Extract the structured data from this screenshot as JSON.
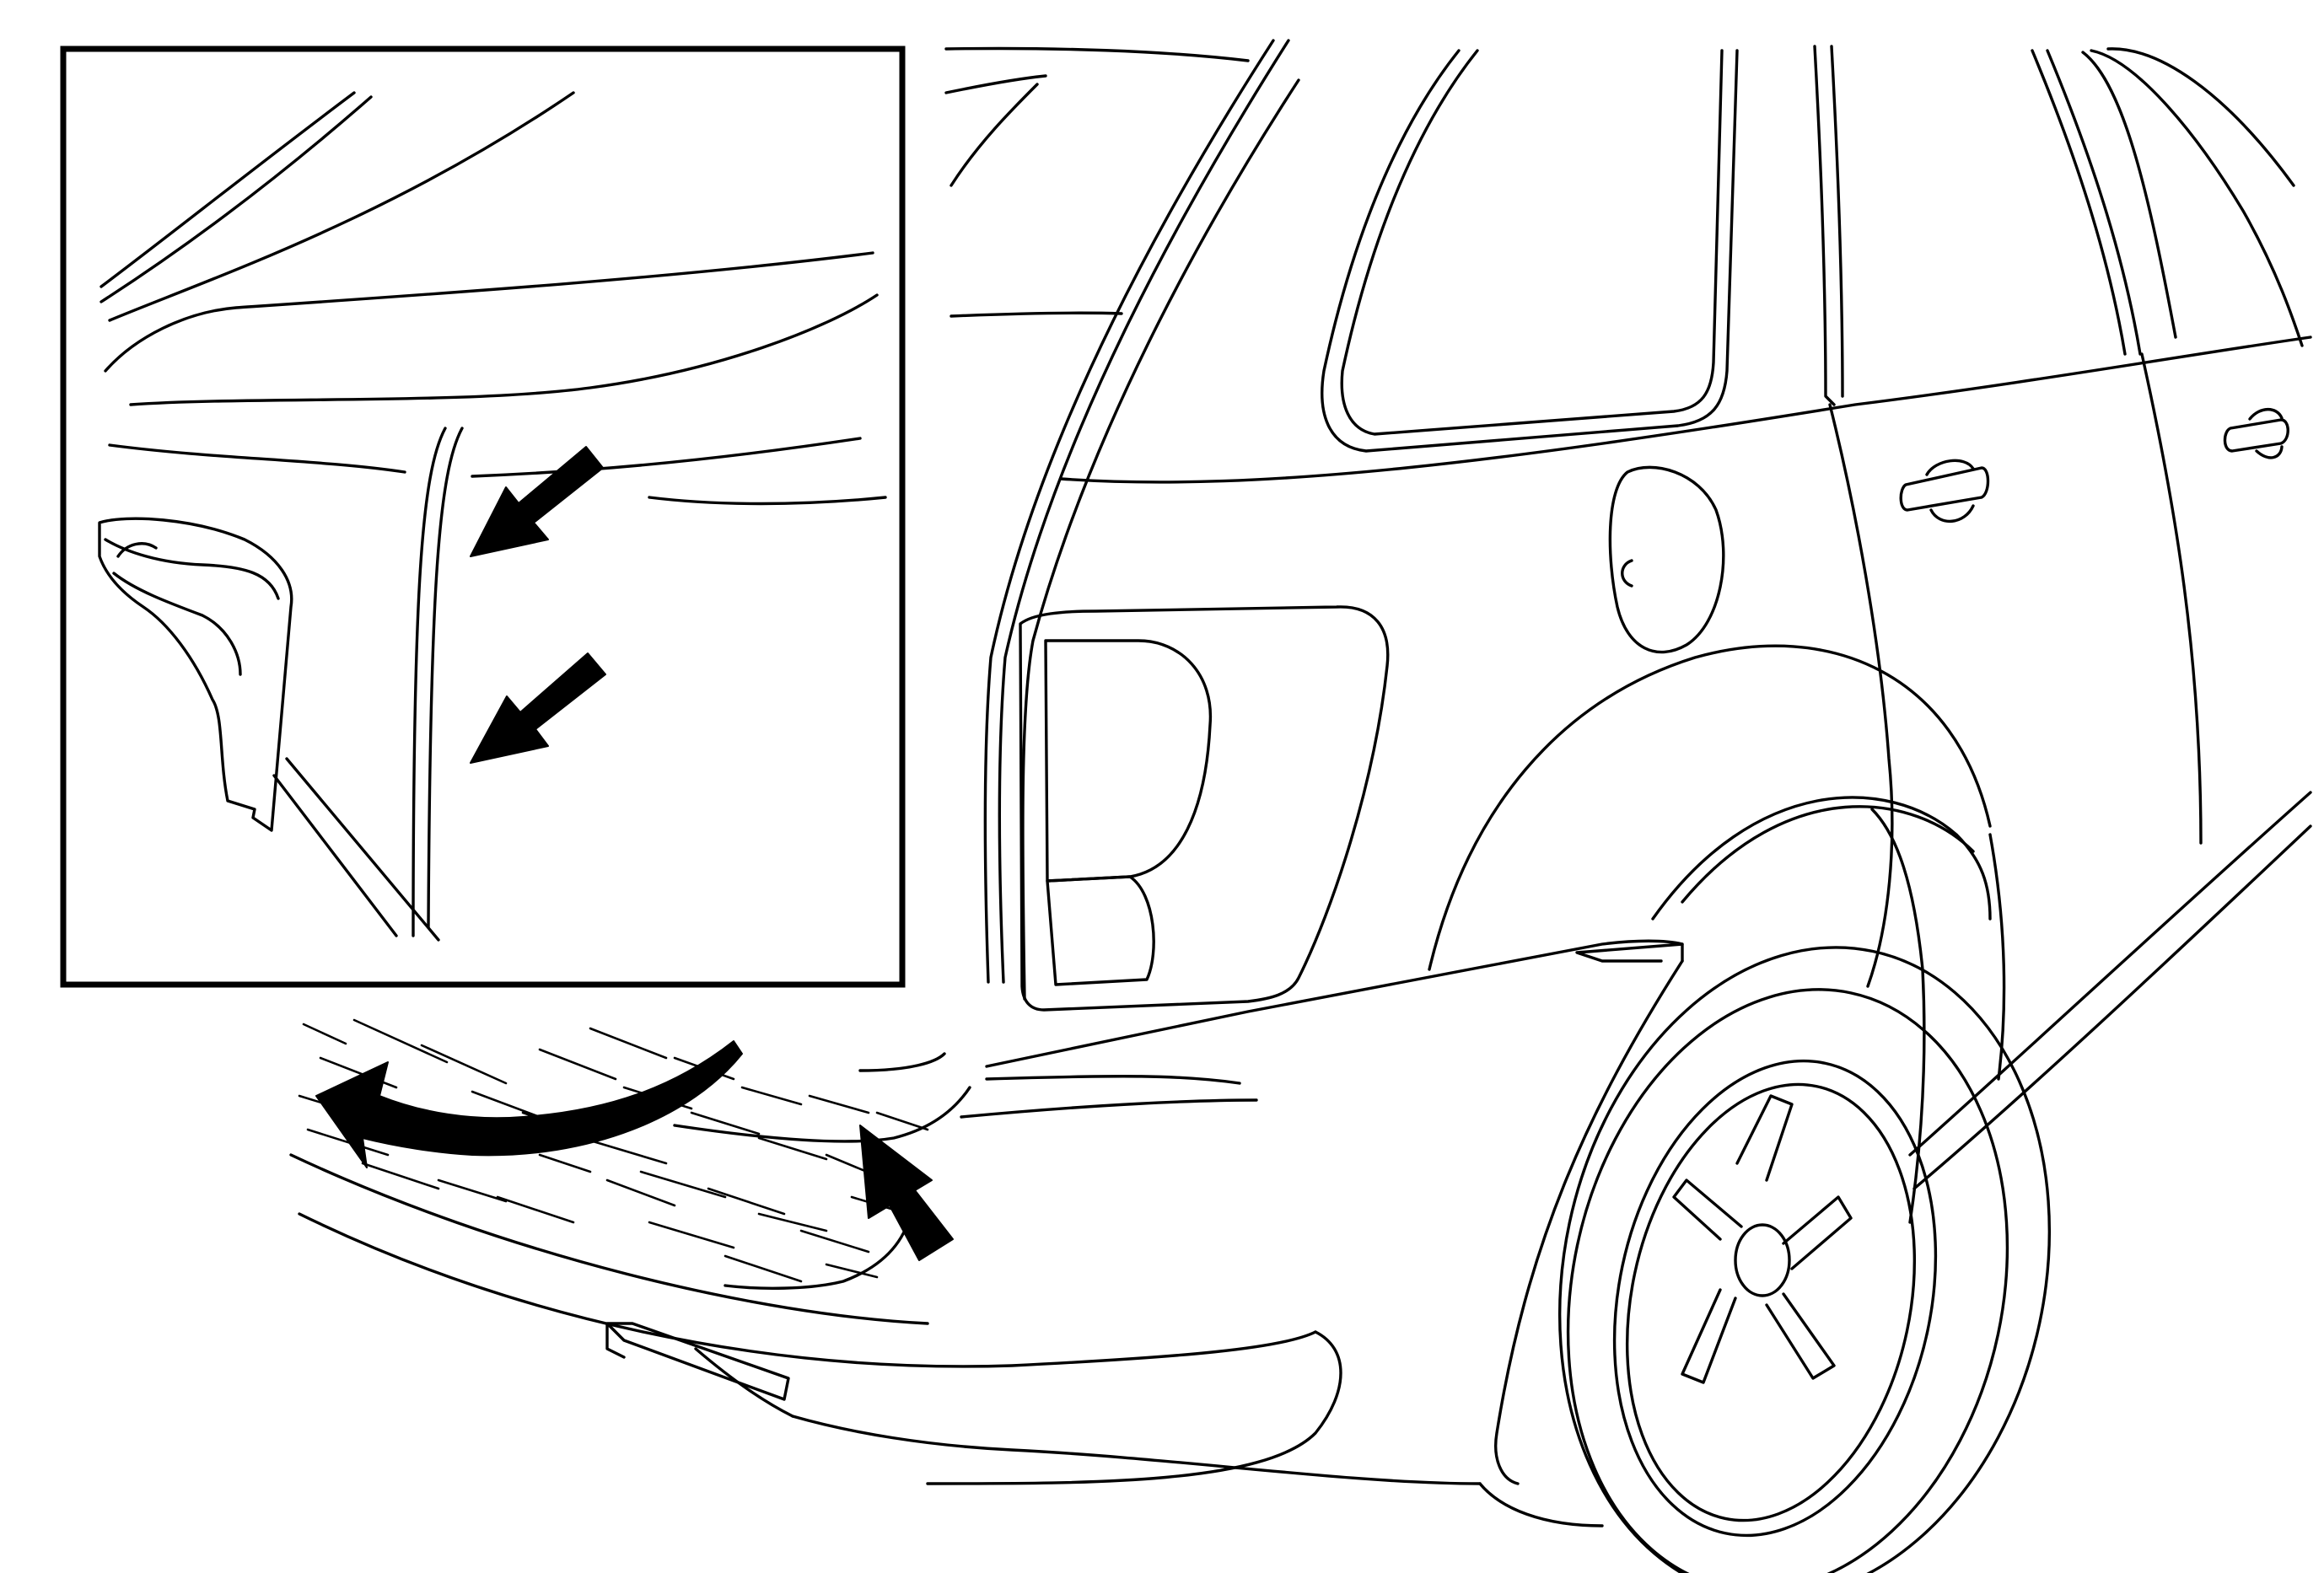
{
  "figure": {
    "type": "service-procedure-line-drawing",
    "subject": "rear-bumper-fascia-removal",
    "colors": {
      "line": "#000000",
      "background": "#ffffff"
    },
    "inset": {
      "callout_arrows": 2
    },
    "main_view": {
      "callout_arrows": 1,
      "curved_direction_arrows": 1
    }
  }
}
